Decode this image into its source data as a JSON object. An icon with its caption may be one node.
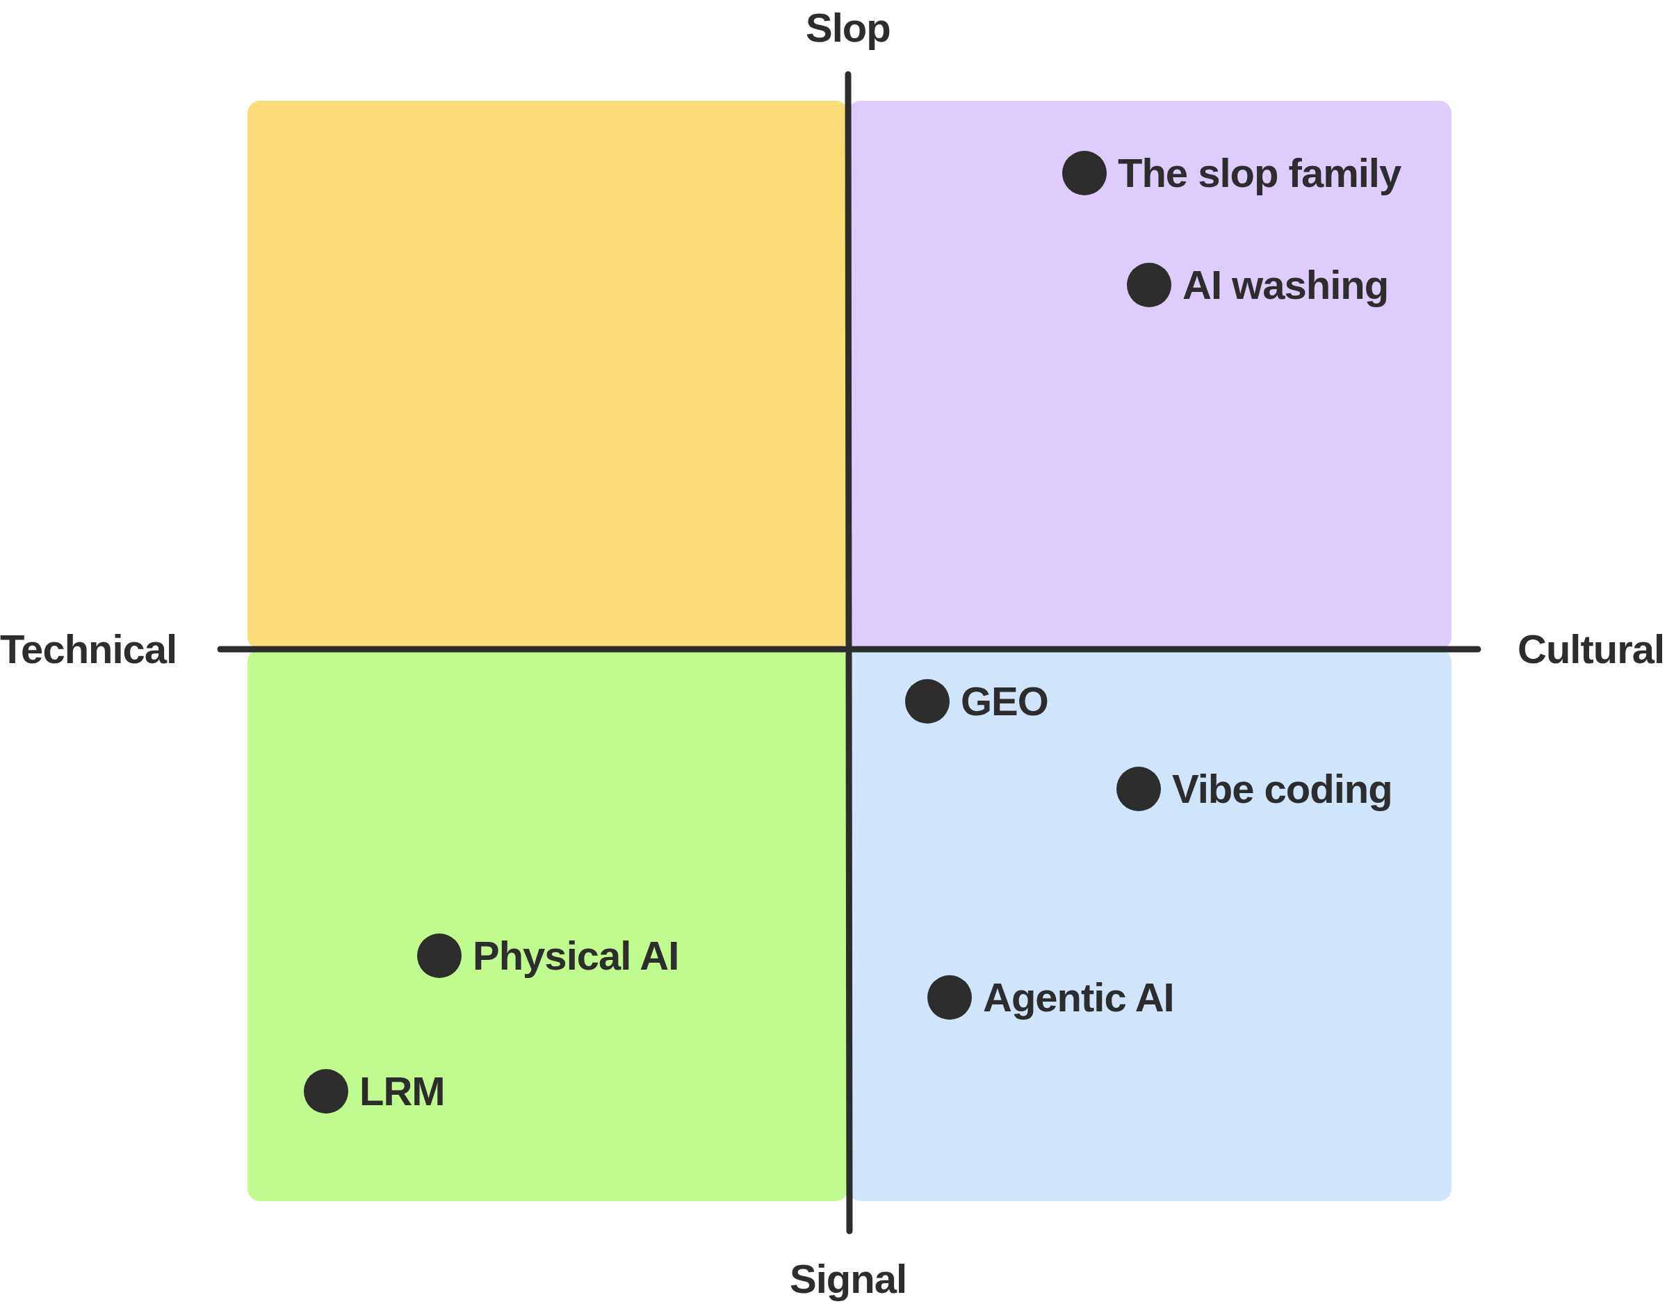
{
  "diagram": {
    "nodes": [
      {
        "text": [],
        "shape": "box"
      },
      {
        "text": [],
        "shape": "box"
      },
      {
        "text": [],
        "shape": "box"
      },
      {
        "text": [],
        "shape": "box"
      }
    ],
    "labels": [
      "Slop",
      "The slop family",
      "AI washing",
      "Technical",
      "Cultural",
      "GEO",
      "Vibe coding",
      "Physical AI",
      "Agentic AI",
      "LRM",
      "Signal"
    ]
  }
}
